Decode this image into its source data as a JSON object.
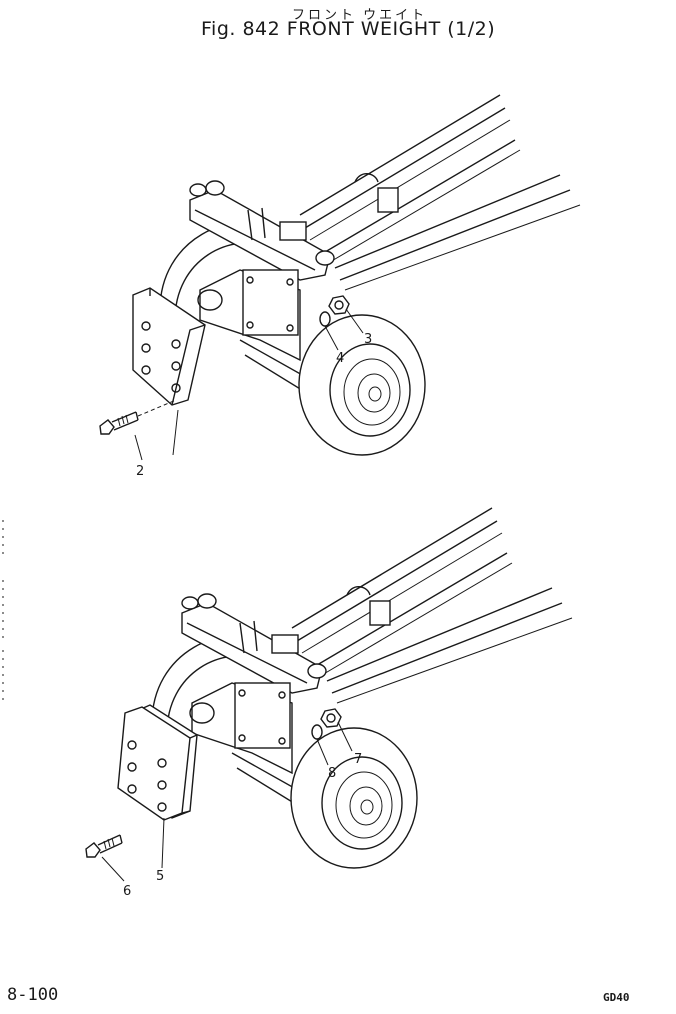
{
  "header": {
    "kana_title": "フロント ウエイト",
    "title": "Fig. 842   FRONT WEIGHT (1/2)"
  },
  "footer": {
    "page_number": "8-100",
    "model_code": "GD40"
  },
  "callouts": {
    "top": [
      "2",
      "3",
      "4"
    ],
    "bottom": [
      "5",
      "6",
      "7",
      "8"
    ]
  }
}
